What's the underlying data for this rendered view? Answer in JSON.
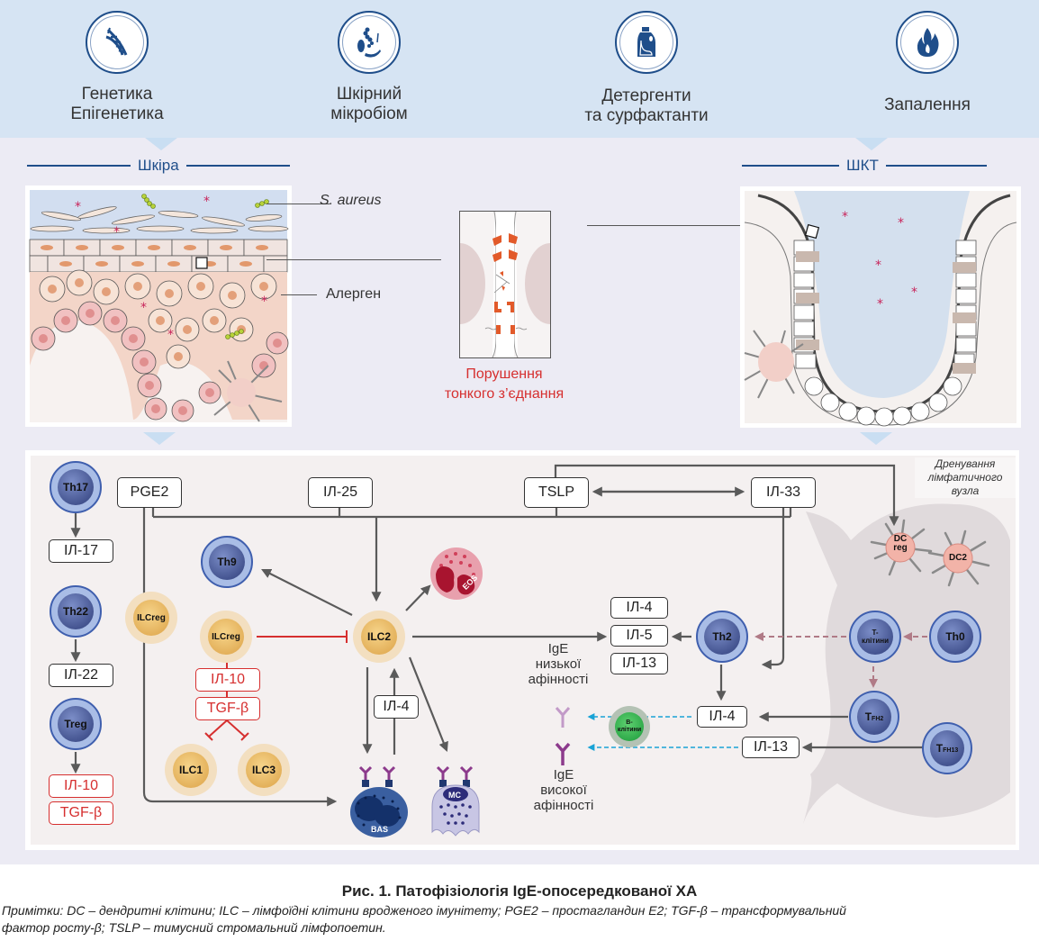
{
  "risk_factors": [
    {
      "icon": "dna-icon",
      "label_line1": "Генетика",
      "label_line2": "Епігенетика"
    },
    {
      "icon": "microbes-icon",
      "label_line1": "Шкірний",
      "label_line2": "мікробіом"
    },
    {
      "icon": "detergent-bottle-icon",
      "label_line1": "Детергенти",
      "label_line2": "та сурфактанти"
    },
    {
      "icon": "flame-icon",
      "label_line1": "Запалення",
      "label_line2": ""
    }
  ],
  "sections": {
    "skin": "Шкіра",
    "gut": "ШКТ"
  },
  "skin_labels": {
    "s_aureus": "S. aureus",
    "allergen": "Алерген"
  },
  "tight_junction": {
    "line1": "Порушення",
    "line2": "тонкого з’єднання"
  },
  "lymph_node_label": {
    "line1": "Дренування",
    "line2": "лімфатичного",
    "line3": "вузла"
  },
  "mediators": {
    "pge2": "PGE2",
    "il25": "ІЛ-25",
    "tslp": "TSLP",
    "il33": "ІЛ-33",
    "il17": "ІЛ-17",
    "il22": "ІЛ-22",
    "il10_treg": "ІЛ-10",
    "tgfb_treg": "TGF-β",
    "il10_ilcreg": "ІЛ-10",
    "tgfb_ilcreg": "TGF-β",
    "il4_bas": "ІЛ-4",
    "il4_th2": "ІЛ-4",
    "il5_th2": "ІЛ-5",
    "il13_th2": "ІЛ-13",
    "il4_tfh": "ІЛ-4",
    "il13_tfh": "ІЛ-13"
  },
  "cells": {
    "th17": "Th17",
    "th22": "Th22",
    "treg": "Treg",
    "th9": "Th9",
    "ilcreg_left": "ILCreg",
    "ilcreg_mid": "ILCreg",
    "ilc2": "ILC2",
    "ilc1": "ILC1",
    "ilc3": "ILC3",
    "eos": "EOS",
    "bas": "BAS",
    "mc": "MC",
    "th2": "Th2",
    "t_cells_line1": "T-",
    "t_cells_line2": "клітини",
    "th0": "Th0",
    "dc_reg_line1": "DC",
    "dc_reg_line2": "reg",
    "dc2": "DC2",
    "tfh2_main": "T",
    "tfh2_sub": "FH2",
    "tfh13_main": "T",
    "tfh13_sub": "FH13",
    "b_cells_line1": "B-",
    "b_cells_line2": "клітини"
  },
  "ige_labels": {
    "low_line1": "IgE",
    "low_line2": "низької",
    "low_line3": "афінності",
    "high_line1": "IgE",
    "high_line2": "високої",
    "high_line3": "афінності"
  },
  "caption": {
    "title": "Рис. 1. Патофізіологія IgE-опосередкованої ХА",
    "notes_line1": "Примітки: DC – дендритні клітини; ILC – лімфоїдні клітини вродженого імунітету; PGE2 – простагландин E2; TGF-β – трансформувальний",
    "notes_line2": "фактор росту-β; TSLP – тимусний стромальний лімфопоетин."
  },
  "colors": {
    "brand_blue": "#1f4e8a",
    "inhibition_red": "#d62f2f",
    "arrow_gray": "#5a5a5a",
    "b_cell_dashed": "#1aa3d6",
    "t_cell_dashed": "#b07a86"
  }
}
